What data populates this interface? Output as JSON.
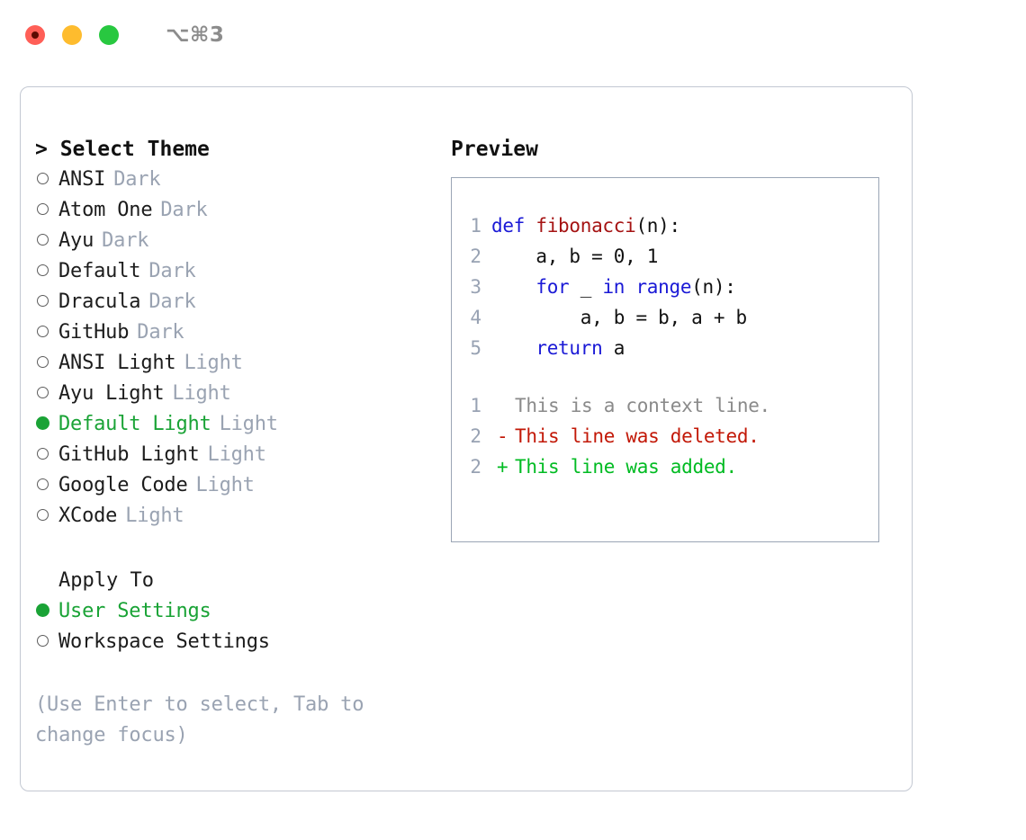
{
  "window": {
    "shortcut": "⌥⌘3",
    "traffic_lights": [
      {
        "name": "close",
        "color": "#ff5f57"
      },
      {
        "name": "minimize",
        "color": "#febc2e"
      },
      {
        "name": "maximize",
        "color": "#28c840"
      }
    ]
  },
  "theme_picker": {
    "header": "> Select Theme",
    "selected_color": "#1aa336",
    "tag_color": "#9aa3b2",
    "items": [
      {
        "label": "ANSI",
        "tag": "Dark",
        "selected": false
      },
      {
        "label": "Atom One",
        "tag": "Dark",
        "selected": false
      },
      {
        "label": "Ayu",
        "tag": "Dark",
        "selected": false
      },
      {
        "label": "Default",
        "tag": "Dark",
        "selected": false
      },
      {
        "label": "Dracula",
        "tag": "Dark",
        "selected": false
      },
      {
        "label": "GitHub",
        "tag": "Dark",
        "selected": false
      },
      {
        "label": "ANSI Light",
        "tag": "Light",
        "selected": false
      },
      {
        "label": "Ayu Light",
        "tag": "Light",
        "selected": false
      },
      {
        "label": "Default Light",
        "tag": "Light",
        "selected": true
      },
      {
        "label": "GitHub Light",
        "tag": "Light",
        "selected": false
      },
      {
        "label": "Google Code",
        "tag": "Light",
        "selected": false
      },
      {
        "label": "XCode",
        "tag": "Light",
        "selected": false
      }
    ]
  },
  "apply_to": {
    "title": "Apply To",
    "items": [
      {
        "label": "User Settings",
        "selected": true
      },
      {
        "label": "Workspace Settings",
        "selected": false
      }
    ]
  },
  "hint": "(Use Enter to select, Tab to change focus)",
  "preview": {
    "title": "Preview",
    "code_lines": [
      {
        "number": "1",
        "tokens": [
          {
            "text": "def ",
            "kind": "kw"
          },
          {
            "text": "fibonacci",
            "kind": "fn"
          },
          {
            "text": "(n):",
            "kind": "pl"
          }
        ]
      },
      {
        "number": "2",
        "tokens": [
          {
            "text": "    a, b = 0, 1",
            "kind": "pl"
          }
        ]
      },
      {
        "number": "3",
        "tokens": [
          {
            "text": "    ",
            "kind": "pl"
          },
          {
            "text": "for",
            "kind": "kw"
          },
          {
            "text": " _ ",
            "kind": "pl"
          },
          {
            "text": "in",
            "kind": "kw"
          },
          {
            "text": " ",
            "kind": "pl"
          },
          {
            "text": "range",
            "kind": "kw"
          },
          {
            "text": "(n):",
            "kind": "pl"
          }
        ]
      },
      {
        "number": "4",
        "tokens": [
          {
            "text": "        a, b = b, a + b",
            "kind": "pl"
          }
        ]
      },
      {
        "number": "5",
        "tokens": [
          {
            "text": "    ",
            "kind": "pl"
          },
          {
            "text": "return",
            "kind": "kw"
          },
          {
            "text": " a",
            "kind": "pl"
          }
        ]
      }
    ],
    "diff_lines": [
      {
        "number": "1",
        "marker": " ",
        "text": "This is a context line.",
        "kind": "context"
      },
      {
        "number": "2",
        "marker": "-",
        "text": "This line was deleted.",
        "kind": "del"
      },
      {
        "number": "2",
        "marker": "+",
        "text": "This line was added.",
        "kind": "add"
      }
    ]
  }
}
